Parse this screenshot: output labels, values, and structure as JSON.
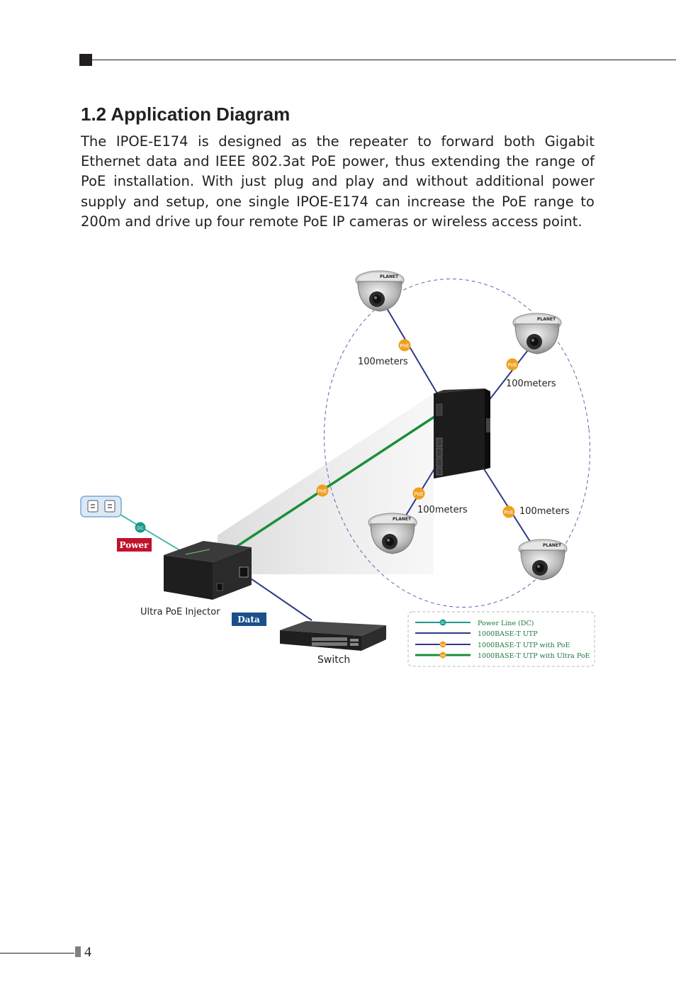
{
  "section": {
    "heading": "1.2  Application Diagram",
    "body": "The IPOE-E174 is designed as the repeater to forward both Gigabit Ethernet data and IEEE 802.3at PoE power, thus extending the range of PoE installation. With just plug and play and without additional power supply and setup, one single IPOE-E174 can increase the PoE range to 200m and drive up four remote PoE IP cameras or wireless access point."
  },
  "diagram": {
    "distance_labels": [
      "100meters",
      "100meters",
      "100meters",
      "100meters"
    ],
    "poe_badge": "PoE",
    "dc_badge": "DC",
    "power_tag": "Power",
    "data_tag": "Data",
    "injector_label": "Ultra PoE Injector",
    "switch_label": "Switch",
    "camera_logo": "PLANET",
    "legend": [
      {
        "label": "Power Line (DC)",
        "color": "#1a9a8c",
        "badge": "DC"
      },
      {
        "label": "1000BASE-T UTP",
        "color": "#2e3a87",
        "badge": ""
      },
      {
        "label": "1000BASE-T UTP with PoE",
        "color": "#2e3a87",
        "badge": "PoE"
      },
      {
        "label": "1000BASE-T UTP with Ultra PoE",
        "color": "#1b8f3a",
        "badge": "PoE"
      }
    ],
    "colors": {
      "dc_line": "#4fb7a9",
      "utp_line": "#2e3a87",
      "ultra_poe_line": "#1b8f3a",
      "poe_badge": "#f0a020",
      "power_tag": "#c0122b",
      "data_tag": "#1a4f8c",
      "legend_text": "#1b7a3c"
    }
  },
  "page": {
    "number": "4"
  }
}
